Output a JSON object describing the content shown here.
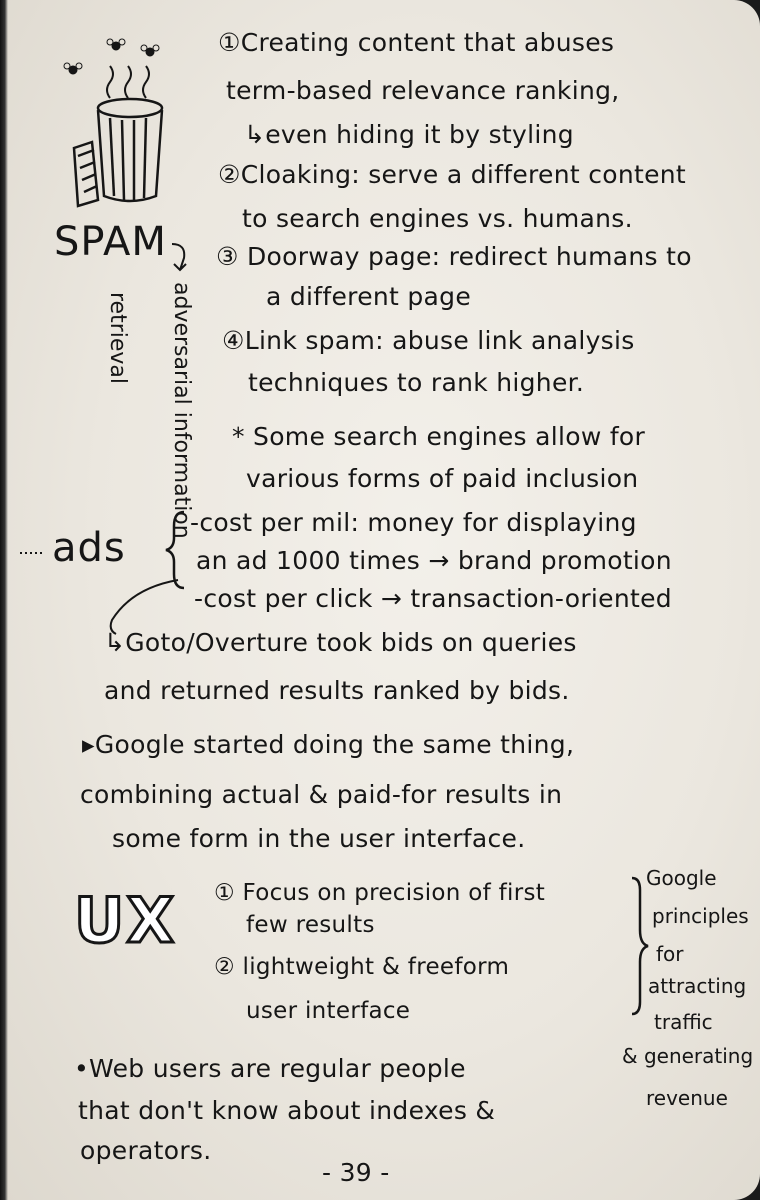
{
  "spam": {
    "label": "SPAM",
    "side_label_1": "adversarial information",
    "side_label_2": "retrieval",
    "items": [
      "①Creating content that abuses",
      "term-based relevance ranking,",
      "↳even hiding it by styling",
      "②Cloaking: serve a different content",
      "to search engines vs. humans.",
      "③ Doorway page: redirect humans to",
      "a different page",
      "④Link spam: abuse link analysis",
      "techniques to rank higher.",
      "* Some search engines allow for",
      "various forms of paid inclusion"
    ]
  },
  "ads": {
    "label": "ads",
    "lines": [
      "-cost per mil: money for displaying",
      "an ad 1000 times → brand promotion",
      "-cost per click → transaction-oriented"
    ],
    "paragraph": [
      "↳Goto/Overture took bids on queries",
      "and returned results ranked by bids.",
      "▸Google started doing the same thing,",
      "combining actual & paid-for results in",
      "some form in the user interface."
    ]
  },
  "ux": {
    "label": "UX",
    "items": [
      "① Focus on precision of first",
      "few results",
      "② lightweight & freeform",
      "user interface"
    ],
    "side_note": [
      "Google",
      "principles",
      "for",
      "attracting",
      "traffic",
      "& generating",
      "revenue"
    ]
  },
  "footer": {
    "lines": [
      "•Web users are regular people",
      "that don't know about indexes &",
      "operators."
    ],
    "page_number": "- 39 -"
  }
}
